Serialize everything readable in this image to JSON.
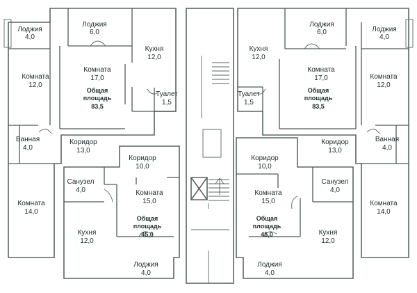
{
  "colors": {
    "apt_teal": "#3aa99a",
    "apt_mint": "#5fdcad",
    "apt_light_cyan": "#9ee3dc",
    "apt_lime": "#a6dc6a",
    "common_area": "#ffffff",
    "wall": "#5a6663"
  },
  "apartments": {
    "a1": {
      "rooms": [
        {
          "name": "Лоджия",
          "area": "4,0"
        },
        {
          "name": "Лоджия",
          "area": "6,0"
        },
        {
          "name": "Кухня",
          "area": "12,0"
        },
        {
          "name": "Комната",
          "area": "12,0"
        },
        {
          "name": "Комната",
          "area": "17,0"
        },
        {
          "name": "Туалет",
          "area": "1,5"
        },
        {
          "name": "Ванная",
          "area": "4,0"
        },
        {
          "name": "Коридор",
          "area": "13,0"
        },
        {
          "name": "Комната",
          "area": "14,0"
        }
      ],
      "total": {
        "line1": "Общая",
        "line2": "площадь",
        "value": "83,5"
      }
    },
    "a2": {
      "rooms": [
        {
          "name": "Лоджия",
          "area": "6,0"
        },
        {
          "name": "Лоджия",
          "area": "4,0"
        },
        {
          "name": "Кухня",
          "area": "12,0"
        },
        {
          "name": "Комната",
          "area": "17,0"
        },
        {
          "name": "Комната",
          "area": "12,0"
        },
        {
          "name": "Туалет",
          "area": "1,5"
        },
        {
          "name": "Ванная",
          "area": "4,0"
        },
        {
          "name": "Коридор",
          "area": "13,0"
        },
        {
          "name": "Комната",
          "area": "14,0"
        }
      ],
      "total": {
        "line1": "Общая",
        "line2": "площадь",
        "value": "83,5"
      }
    },
    "a3": {
      "rooms": [
        {
          "name": "Коридор",
          "area": "10,0"
        },
        {
          "name": "Санузел",
          "area": "4,0"
        },
        {
          "name": "Комната",
          "area": "15,0"
        },
        {
          "name": "Кухня",
          "area": "12,0"
        },
        {
          "name": "Лоджия",
          "area": "4,0"
        }
      ],
      "total": {
        "line1": "Общая",
        "line2": "площадь",
        "value": "45,0"
      }
    },
    "a4": {
      "rooms": [
        {
          "name": "Коридор",
          "area": "10,0"
        },
        {
          "name": "Комната",
          "area": "15,0"
        },
        {
          "name": "Санузел",
          "area": "4,0"
        },
        {
          "name": "Кухня",
          "area": "12,0"
        },
        {
          "name": "Лоджия",
          "area": "4,0"
        }
      ],
      "total": {
        "line1": "Общая",
        "line2": "площадь",
        "value": "45,0"
      }
    }
  }
}
